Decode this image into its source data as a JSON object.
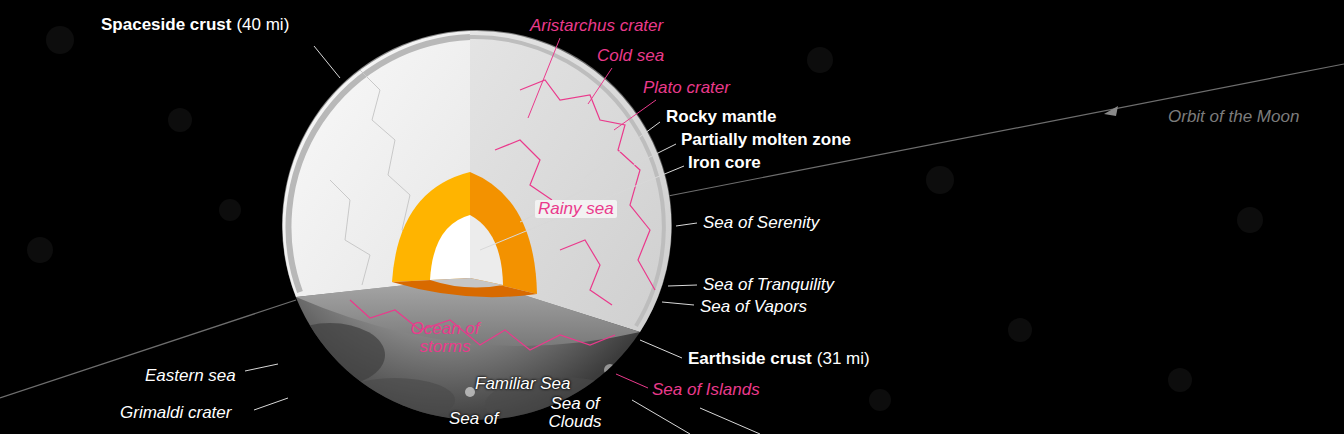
{
  "diagram": {
    "labels": [
      "Spaceside crust",
      "(40 mi)",
      "Aristarchus crater",
      "Cold sea",
      "Plato crater",
      "Rocky mantle",
      "Partially molten zone",
      "Iron core",
      "Orbit of the Moon",
      "Rainy sea",
      "Sea of Serenity",
      "Sea of Tranquility",
      "Sea of Vapors",
      "Ocean of storms",
      "Earthside crust",
      "(31 mi)",
      "Sea of Islands",
      "Eastern sea",
      "Grimaldi crater",
      "Familiar Sea",
      "Sea of Clouds",
      "Sea of"
    ]
  }
}
